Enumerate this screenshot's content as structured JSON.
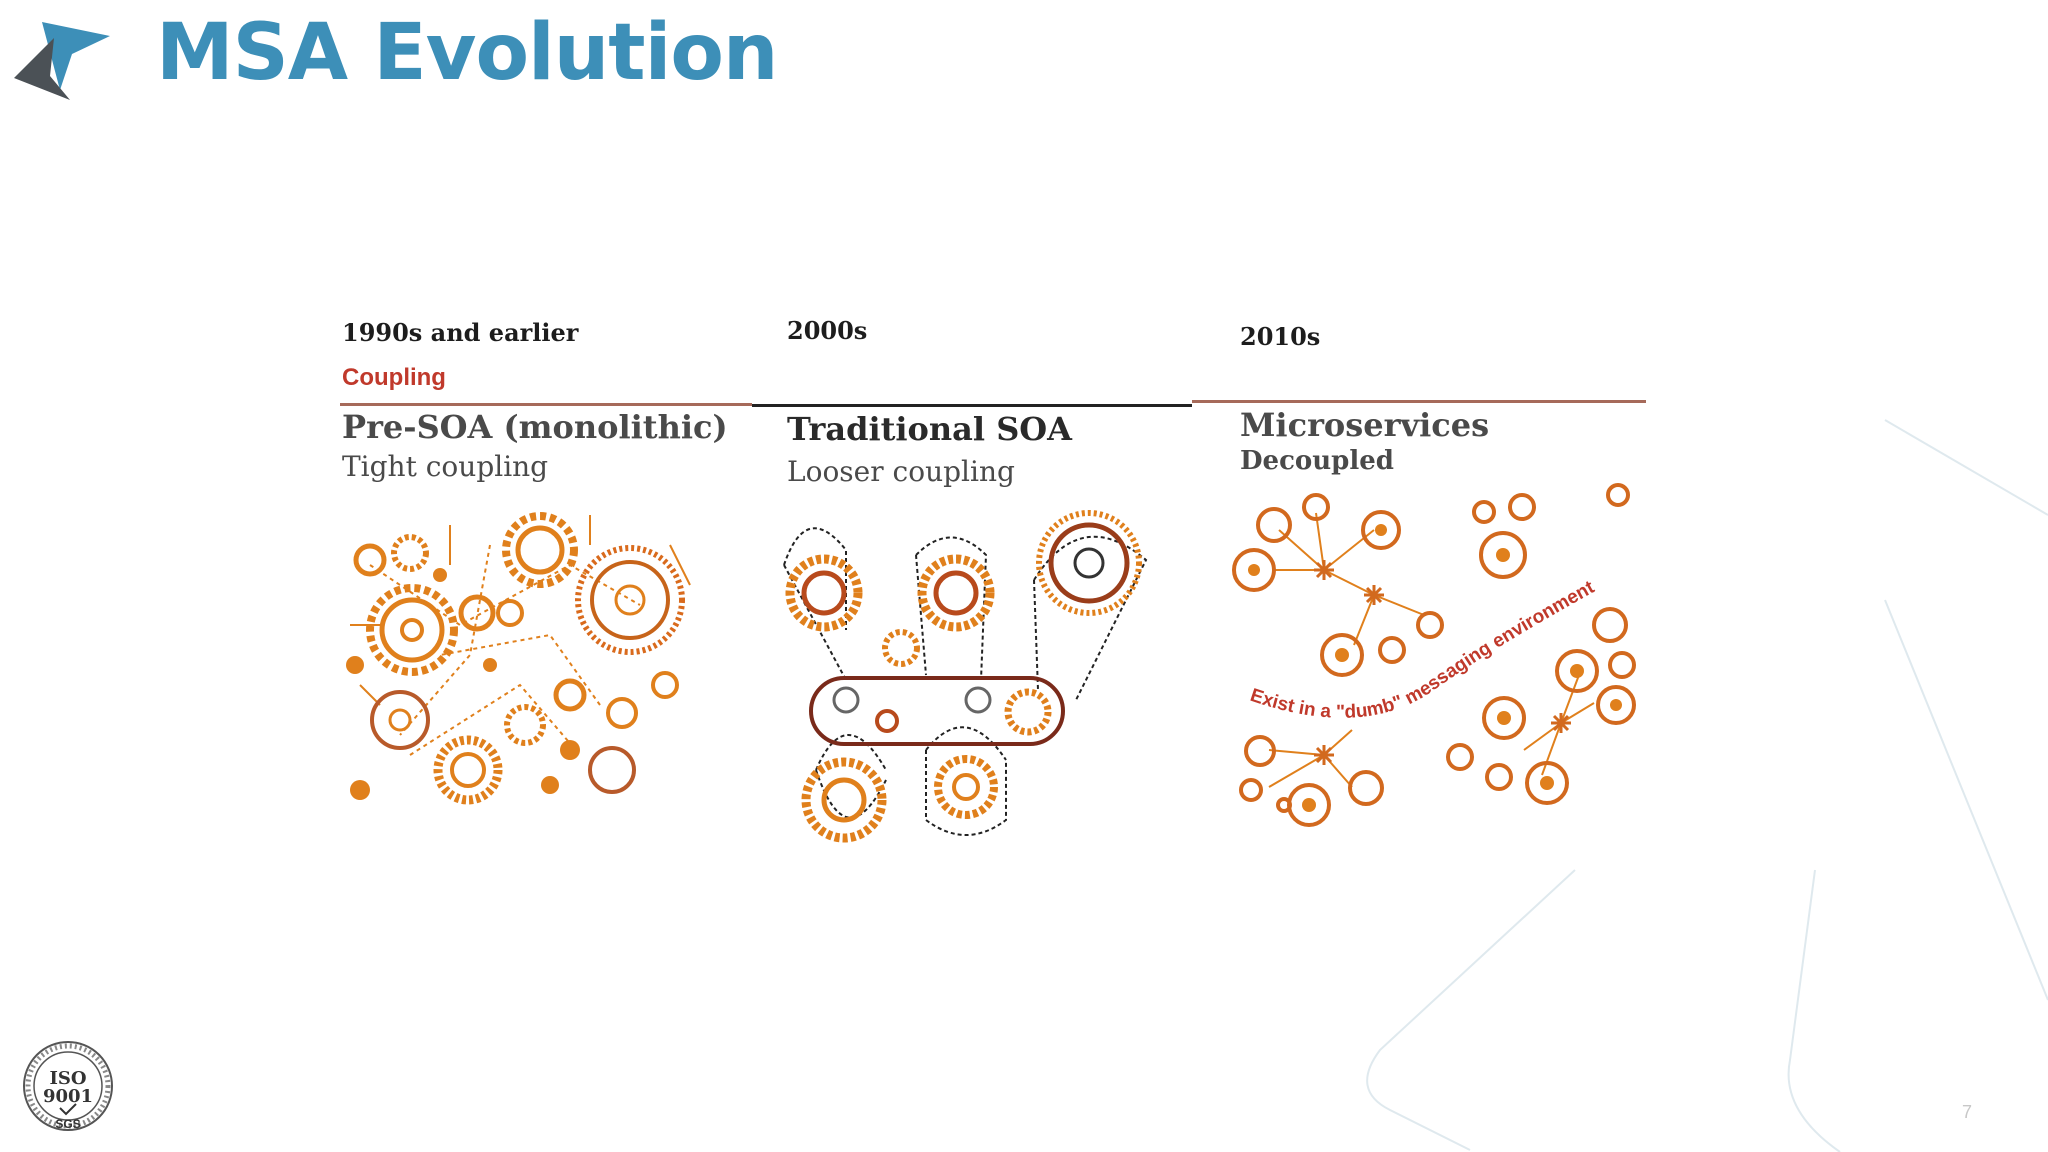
{
  "slide": {
    "title": "MSA Evolution",
    "page_number": "7",
    "logo_icon": "arrow-logo-icon",
    "certification_seal_text": "ISO 9001 SGS",
    "accent_color": "#3d8fb8",
    "coupling_color": "#c0392b",
    "gear_color": "#e0801c"
  },
  "diagram": {
    "coupling_label": "Coupling",
    "panels": [
      {
        "era": "1990s and earlier",
        "title": "Pre-SOA (monolithic)",
        "subtitle": "Tight coupling"
      },
      {
        "era": "2000s",
        "title": "Traditional SOA",
        "subtitle": "Looser coupling"
      },
      {
        "era": "2010s",
        "title": "Microservices",
        "subtitle": "Decoupled",
        "annotation": "Exist in a \"dumb\" messaging environment"
      }
    ]
  }
}
